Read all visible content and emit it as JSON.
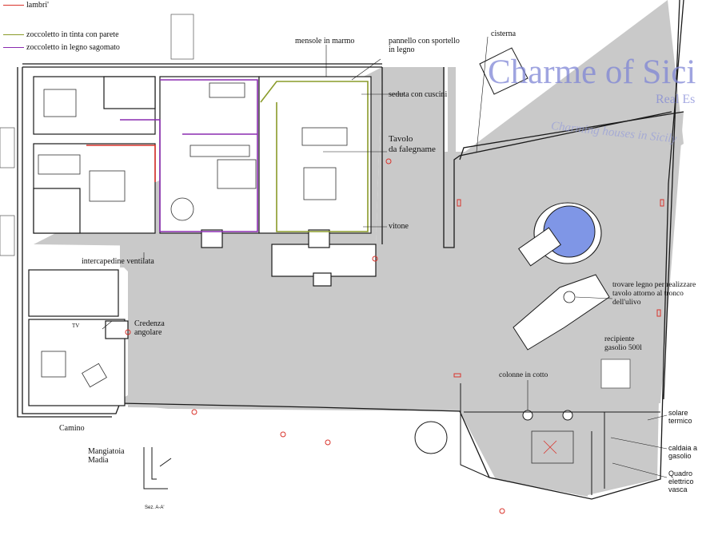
{
  "legend": [
    {
      "label": "lambri'",
      "color": "#d9332b"
    },
    {
      "label": "zoccoletto in tinta con parete",
      "color": "#8a9b2a"
    },
    {
      "label": "zoccoletto in legno sagomato",
      "color": "#8a2bb0"
    }
  ],
  "watermark": {
    "brand": "Charme of Sici",
    "sub": "Real Es",
    "tagline": "Charming houses in Sicily"
  },
  "labels": {
    "cisterna": "cisterna",
    "mensole": "mensole in marmo",
    "pannello": "pannello con sportello\nin legno",
    "seduta": "seduta con cuscini",
    "tavolo_falegname": "Tavolo\nda falegname",
    "vitone": "vitone",
    "intercapedine": "intercapedine ventilata",
    "credenza": "Credenza\nangolare",
    "tv": "TV",
    "camino": "Camino",
    "mangiatoia": "Mangiatoia\nMadia",
    "trovare_legno": "trovare legno per realizzare\ntavolo attorno al tronco\ndell'ulivo",
    "recipiente": "recipiente\ngasolio 500l",
    "colonne": "colonne in cotto",
    "solare": "solare\ntermico",
    "caldaia": "caldaia a\ngasolio",
    "quadro": "Quadro\nelettrico\nvasca",
    "sezione": "Sez. A-A'"
  },
  "colors": {
    "terrace_fill": "#c9c9c9",
    "pool_water": "#7f96e6",
    "wall": "#1a1a1a",
    "marker_red": "#d9332b",
    "watermark": "#7f86d6"
  }
}
